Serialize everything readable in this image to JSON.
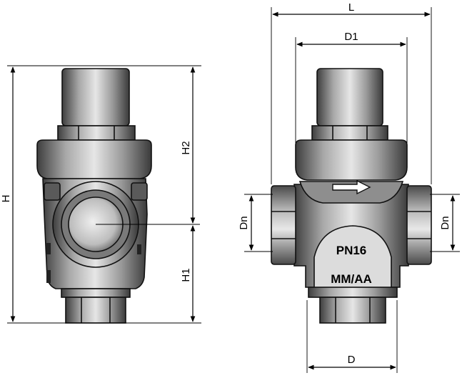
{
  "views": {
    "side": {
      "dimensions": {
        "H": "H",
        "H2": "H2",
        "H1": "H1"
      }
    },
    "front": {
      "dimensions": {
        "L": "L",
        "D1": "D1",
        "Dn_left": "Dn",
        "Dn_right": "Dn",
        "D": "D"
      },
      "markings": {
        "pressure_rating": "PN16",
        "model": "MM/AA"
      }
    }
  },
  "colors": {
    "outline": "#111111",
    "body_dark": "#555555",
    "body_mid": "#8a8a8a",
    "body_light": "#d8d8d8",
    "bore": "#cfcfcf"
  }
}
